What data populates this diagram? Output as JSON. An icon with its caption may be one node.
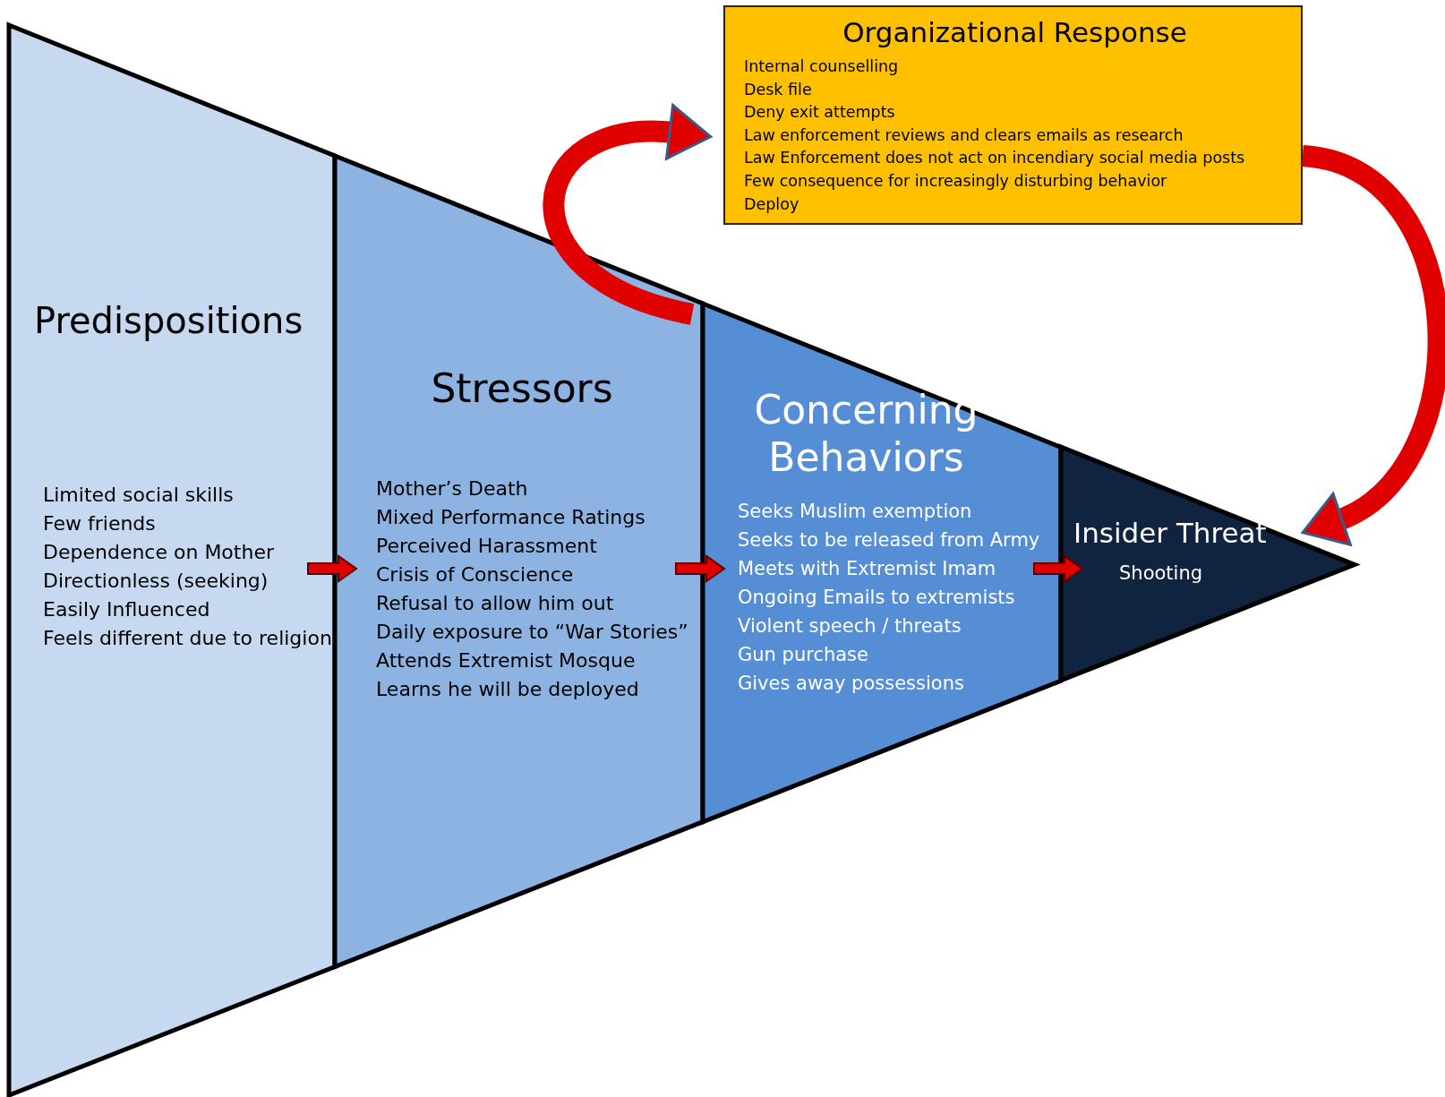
{
  "diagram": {
    "nodes": [
      {
        "text": [
          "Predispositions",
          "Limited social skills",
          "Few friends",
          "Dependence on Mother",
          "Directionless (seeking)",
          "Easily Influenced",
          "Feels different due to religion"
        ]
      },
      {
        "text": [
          "Stressors",
          "Mother’s Death",
          "Mixed Performance Ratings",
          "Perceived Harassment",
          "Crisis of Conscience",
          "Refusal to allow him out",
          "Daily exposure to “War Stories”",
          "Attends Extremist Mosque",
          "Learns he will be deployed"
        ]
      },
      {
        "text": [
          "Concerning Behaviors",
          "Seeks Muslim exemption",
          "Seeks to be released from Army",
          "Meets with Extremist Imam",
          "Ongoing Emails to extremists",
          "Violent speech / threats",
          "Gun purchase",
          "Gives away possessions"
        ]
      },
      {
        "text": [
          "Insider Threat",
          "Shooting"
        ]
      },
      {
        "text": [
          "Organizational Response",
          "Internal counselling",
          "Desk file",
          "Deny exit attempts",
          "Law enforcement  reviews and clears emails as research",
          "Law Enforcement does not act on incendiary social media posts",
          "Few consequence for increasingly disturbing behavior",
          "Deploy"
        ]
      }
    ],
    "edges": [
      {
        "from": 0,
        "to": 1,
        "arrow": "to"
      },
      {
        "from": 1,
        "to": 2,
        "arrow": "to"
      },
      {
        "from": 2,
        "to": 3,
        "arrow": "to"
      },
      {
        "from": 1,
        "to": 4,
        "arrow": "to"
      },
      {
        "from": 4,
        "to": 3,
        "arrow": "to"
      }
    ]
  }
}
